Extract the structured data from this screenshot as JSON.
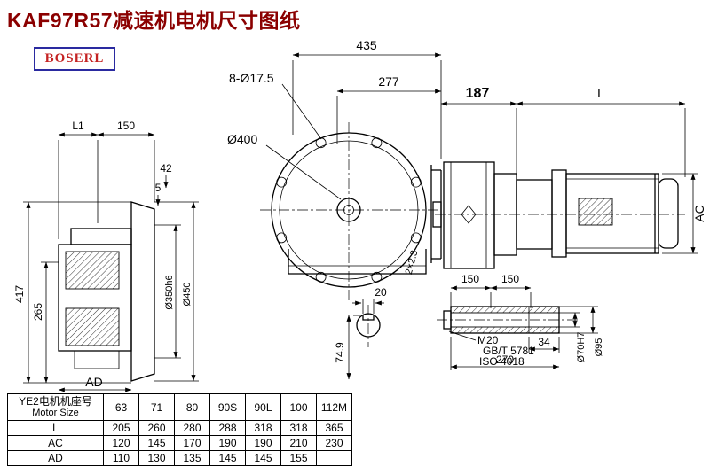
{
  "title": "KAF97R57减速机电机尺寸图纸",
  "logo": "BOSERL",
  "dims": {
    "d435": "435",
    "d277": "277",
    "holes": "8-Ø17.5",
    "d400": "Ø400",
    "d187": "187",
    "L": "L",
    "AC": "AC",
    "L1": "L1",
    "d150_top": "150",
    "d42": "42",
    "d5": "5",
    "d417": "417",
    "d265": "265",
    "AD": "AD",
    "d350": "Ø350h6",
    "d450": "Ø450",
    "d20": "20",
    "d74_9": "74.9",
    "key": "2×2.3",
    "d150_a": "150",
    "d150_b": "150",
    "M20": "M20",
    "gbt": "GB/T 5781",
    "iso": "ISO 4018",
    "d34": "34",
    "d270": "270",
    "d70": "Ø70H7",
    "d95": "Ø95"
  },
  "table": {
    "header_line1": "YE2电机机座号",
    "header_line2": "Motor Size",
    "columns": [
      "63",
      "71",
      "80",
      "90S",
      "90L",
      "100",
      "112M"
    ],
    "rows": [
      {
        "label": "L",
        "values": [
          "205",
          "260",
          "280",
          "288",
          "318",
          "318",
          "365"
        ]
      },
      {
        "label": "AC",
        "values": [
          "120",
          "145",
          "170",
          "190",
          "190",
          "210",
          "230"
        ]
      },
      {
        "label": "AD",
        "values": [
          "110",
          "130",
          "135",
          "145",
          "145",
          "155",
          ""
        ]
      }
    ]
  }
}
